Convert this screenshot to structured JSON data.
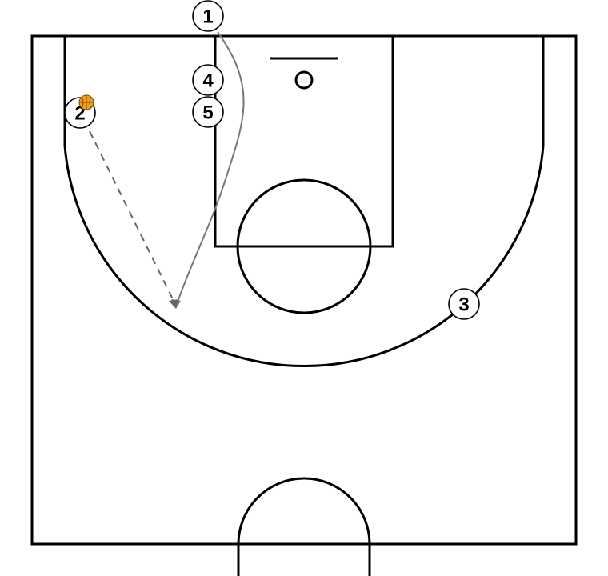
{
  "diagram": {
    "colors": {
      "court_lines": "#000000",
      "cut": "#777777",
      "pass": "#666666",
      "ball": "#f0a020",
      "player_fill": "#ffffff"
    },
    "players": [
      {
        "id": "player-1",
        "label": "1"
      },
      {
        "id": "player-4",
        "label": "4"
      },
      {
        "id": "player-5",
        "label": "5"
      },
      {
        "id": "player-2",
        "label": "2",
        "has_ball": true
      },
      {
        "id": "player-3",
        "label": "3"
      }
    ],
    "actions": [
      {
        "type": "cut",
        "from": "1"
      },
      {
        "type": "pass",
        "from": "2"
      }
    ]
  }
}
